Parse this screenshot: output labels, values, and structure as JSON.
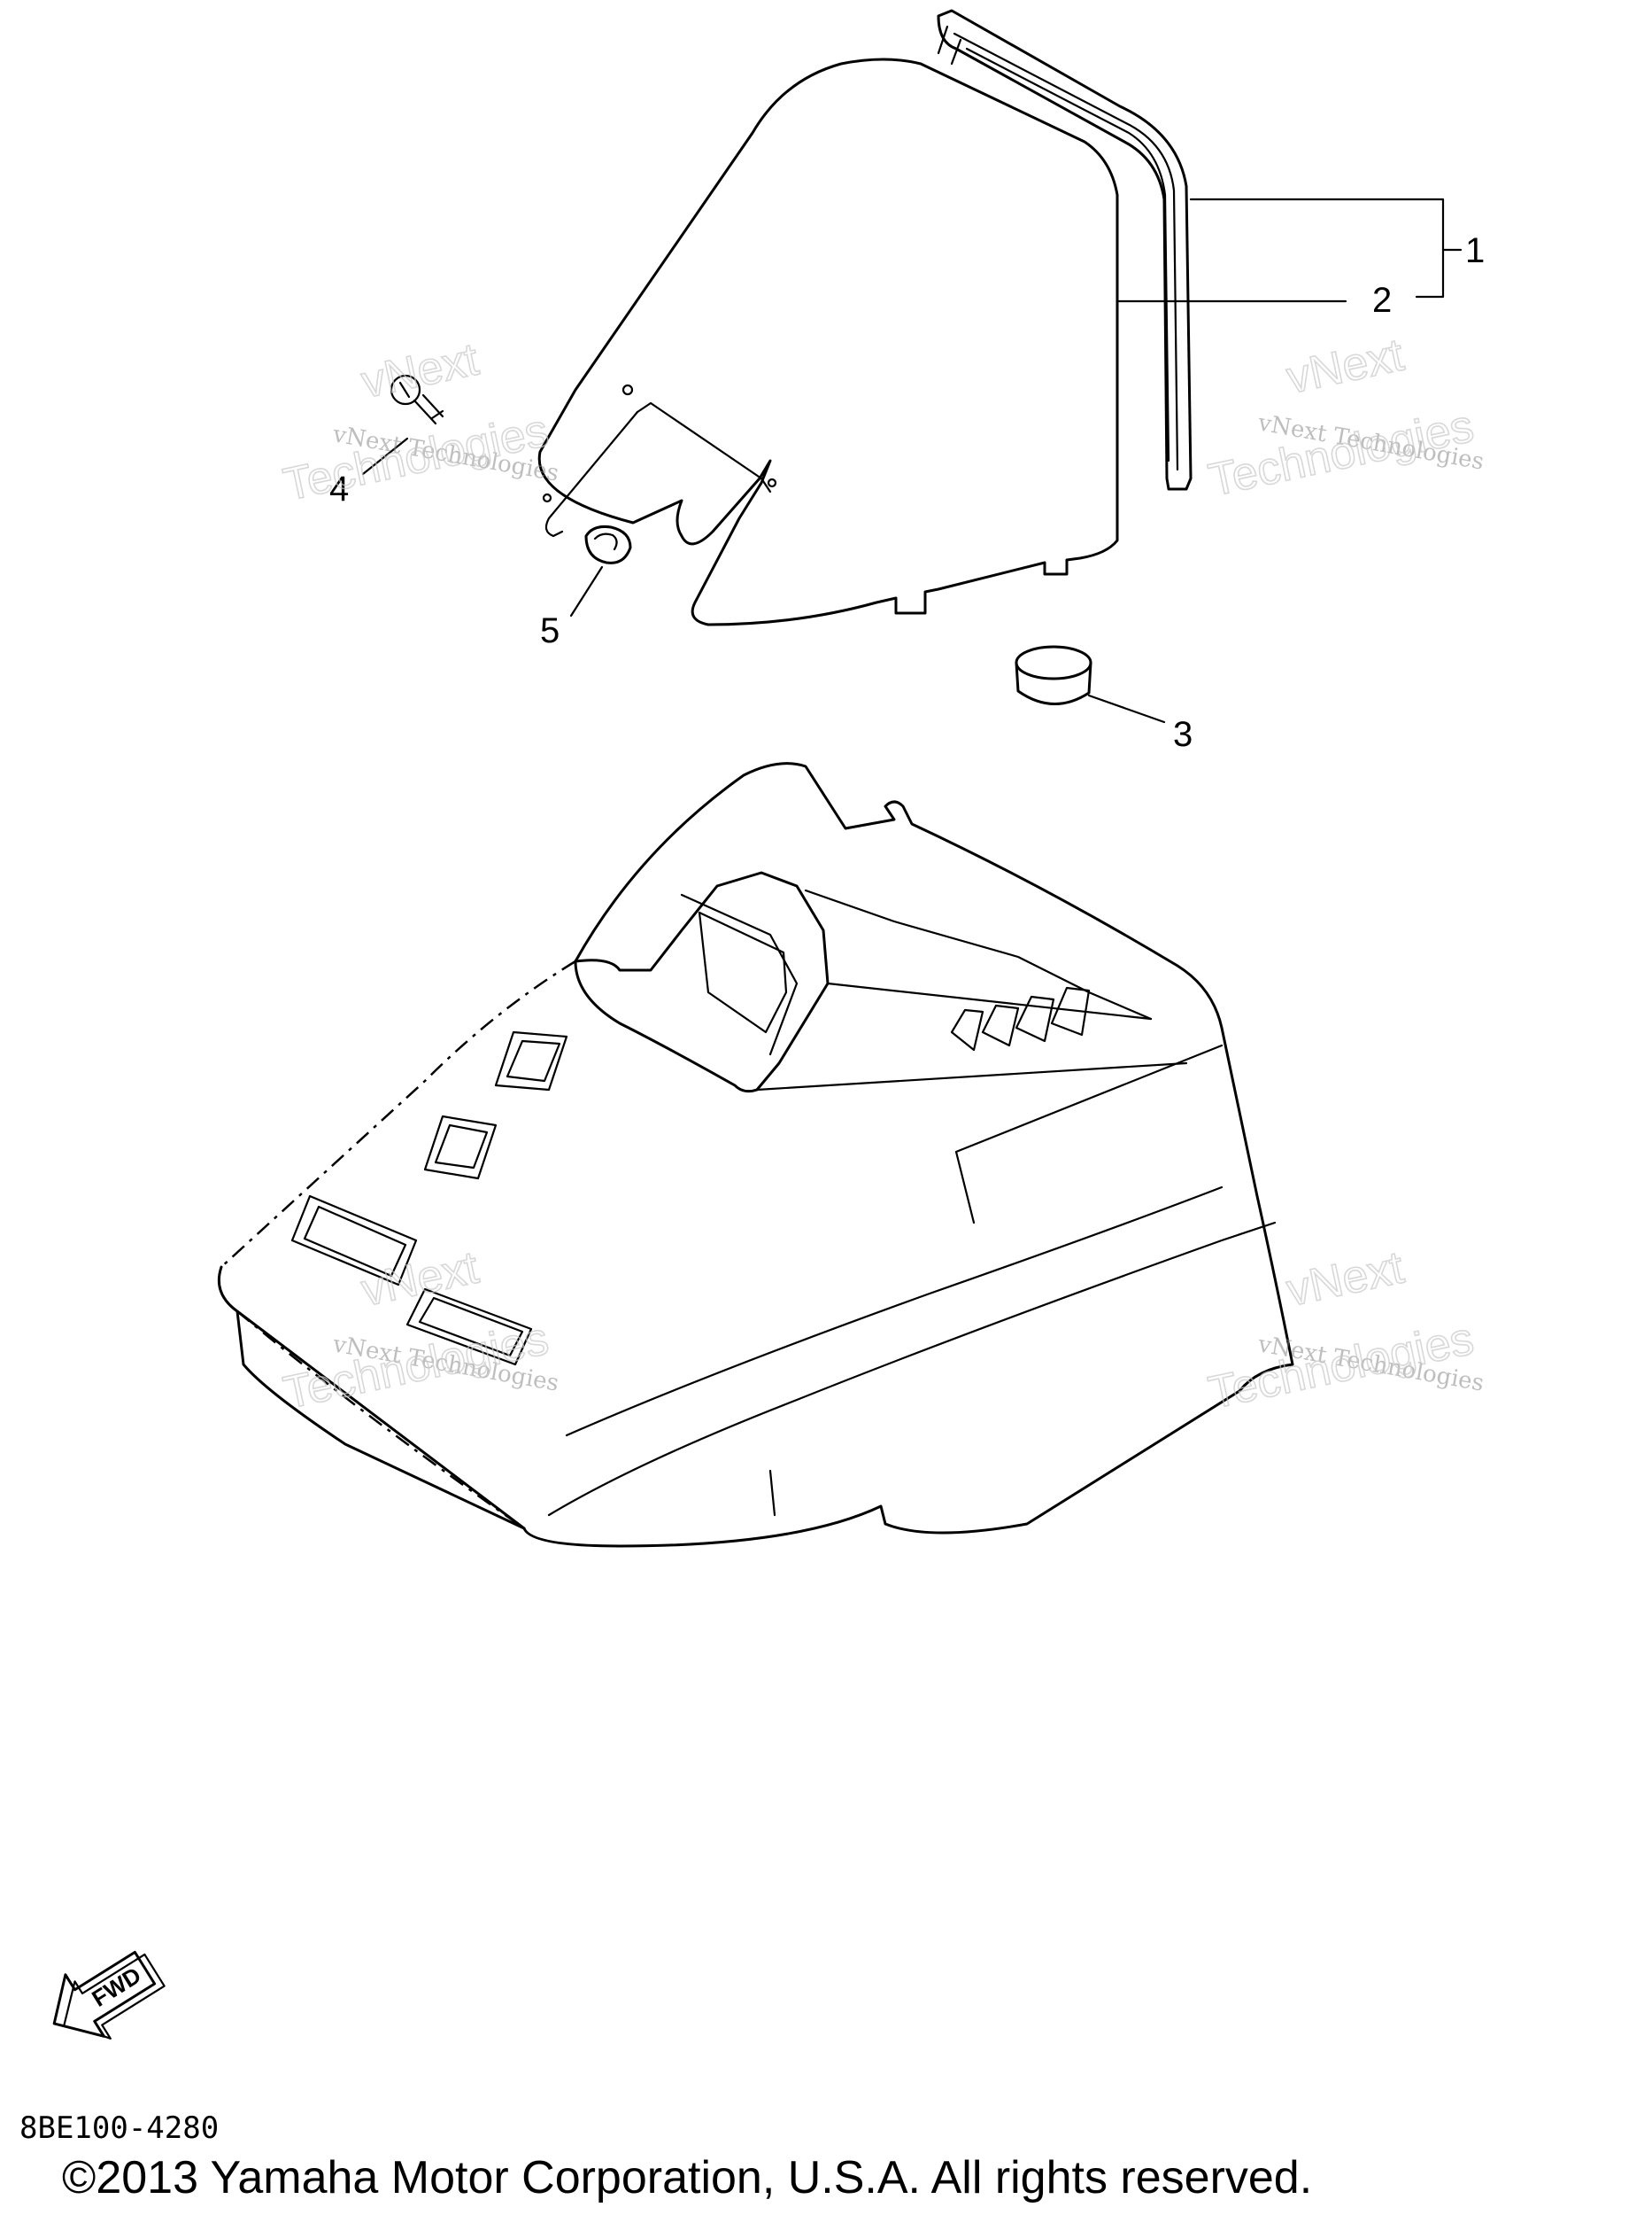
{
  "callouts": [
    {
      "id": "1",
      "label": "1"
    },
    {
      "id": "2",
      "label": "2"
    },
    {
      "id": "3",
      "label": "3"
    },
    {
      "id": "4",
      "label": "4"
    },
    {
      "id": "5",
      "label": "5"
    }
  ],
  "watermark": {
    "small": "vNext Technologies",
    "big_line1": "vNext",
    "big_line2": "Technologies"
  },
  "fwd_label": "FWD",
  "part_code": "8BE100-4280",
  "copyright": "©2013 Yamaha Motor Corporation, U.S.A. All rights reserved."
}
